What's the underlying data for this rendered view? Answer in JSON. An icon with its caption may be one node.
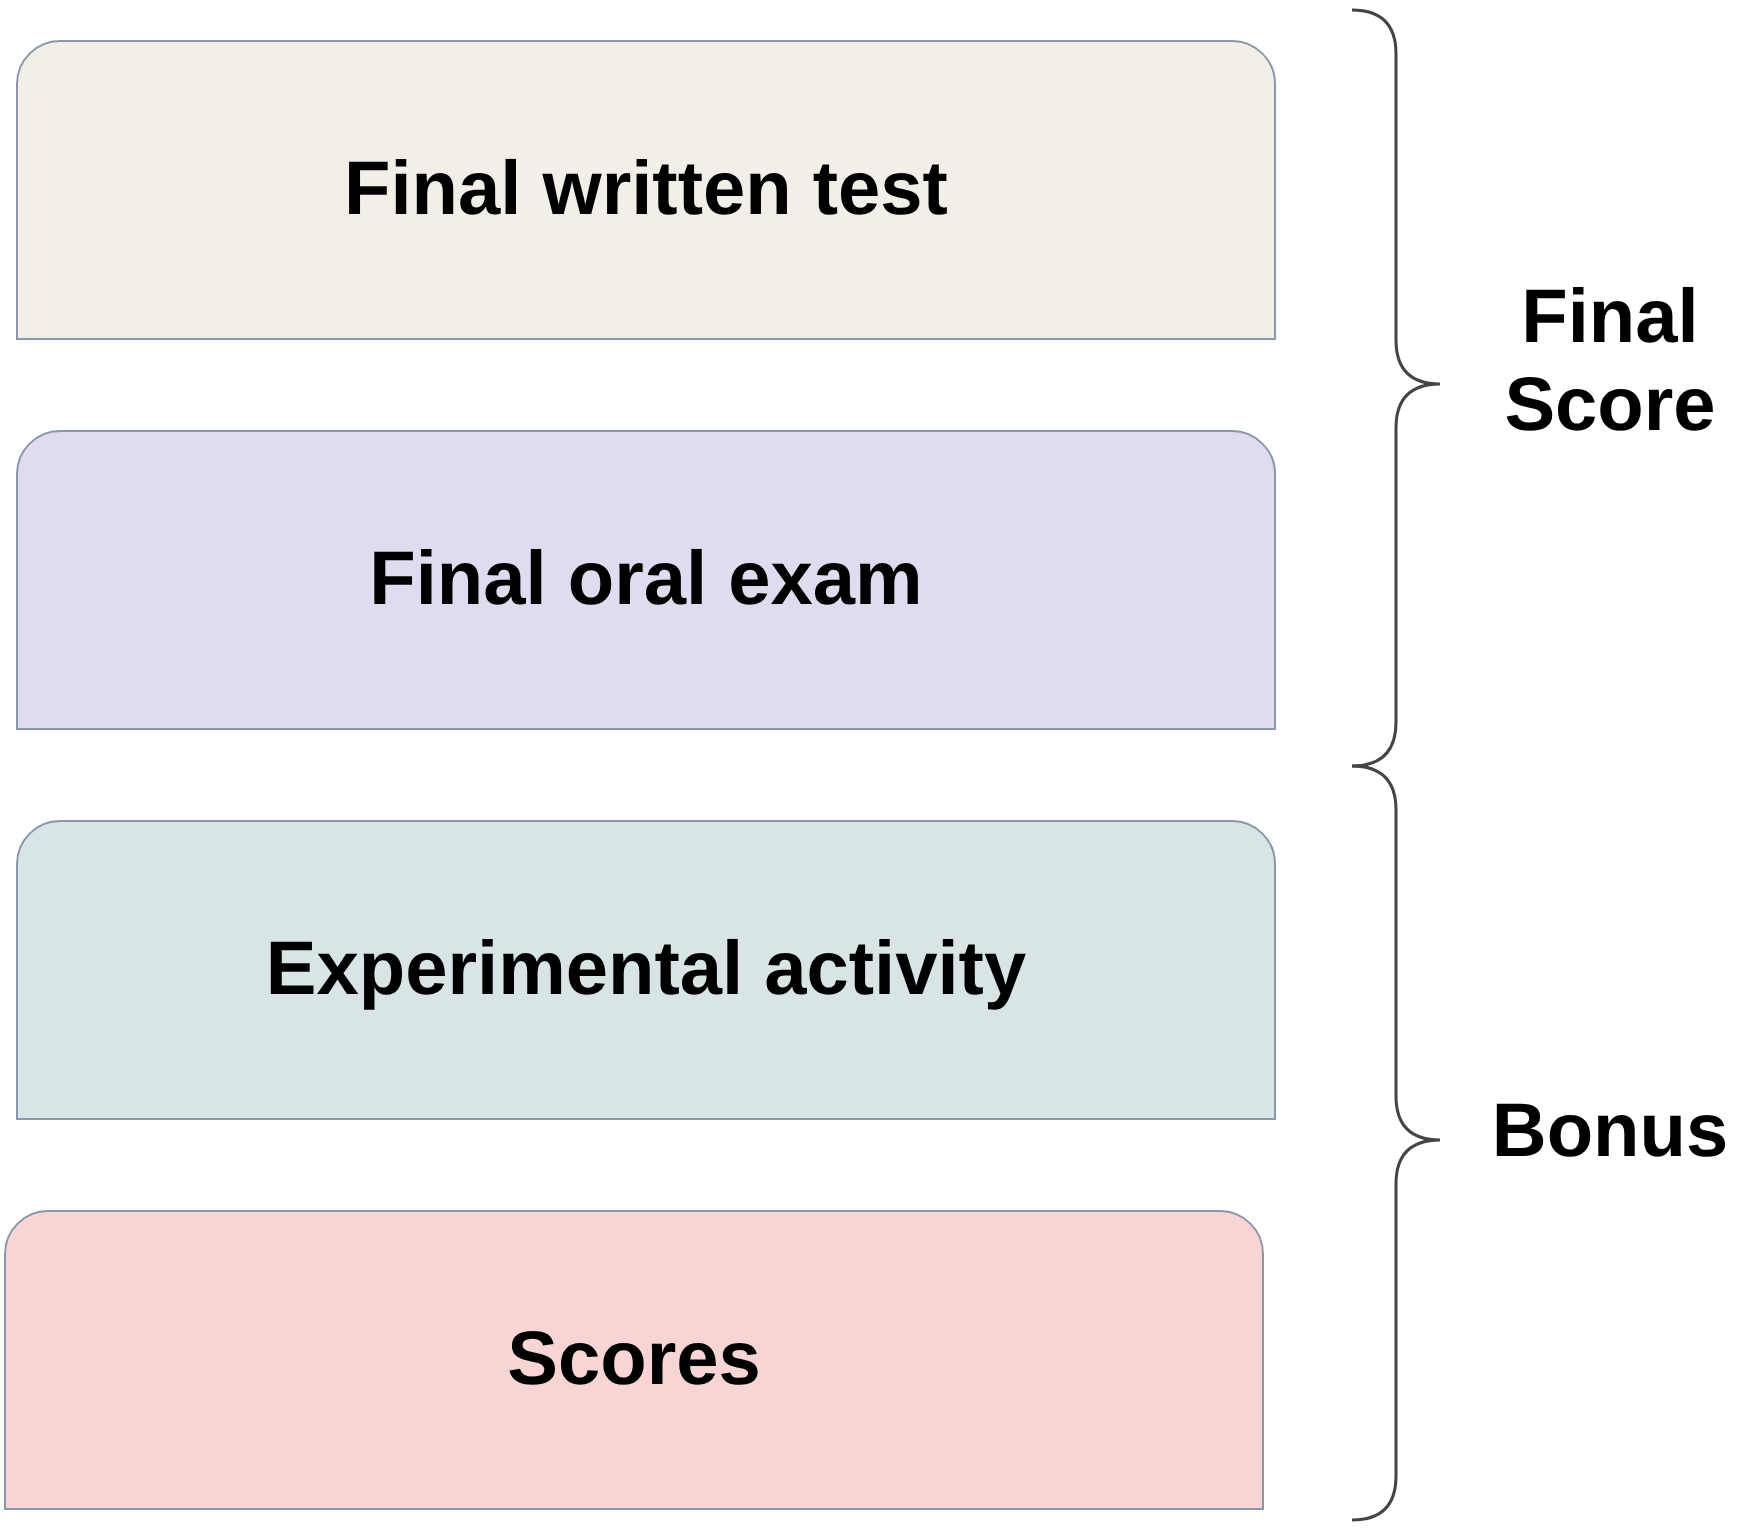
{
  "diagram": {
    "nodes": [
      {
        "text": [
          "Final written test"
        ]
      },
      {
        "text": [
          "Final oral exam"
        ]
      },
      {
        "text": [
          "Experimental activity"
        ]
      },
      {
        "text": [
          "Scores"
        ]
      }
    ],
    "edges": [],
    "labels": [
      "Final Score",
      "Bonus"
    ]
  }
}
